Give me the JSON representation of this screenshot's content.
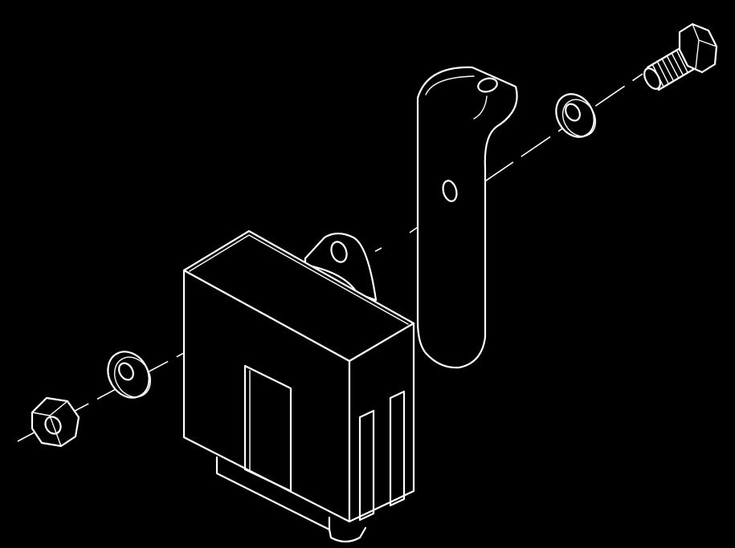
{
  "figure": {
    "background": "#000000",
    "line_color": "#ffffff",
    "parts": [
      "hex-nut",
      "flat-washer",
      "relay-module",
      "l-bracket",
      "lock-washer",
      "hex-bolt"
    ]
  }
}
